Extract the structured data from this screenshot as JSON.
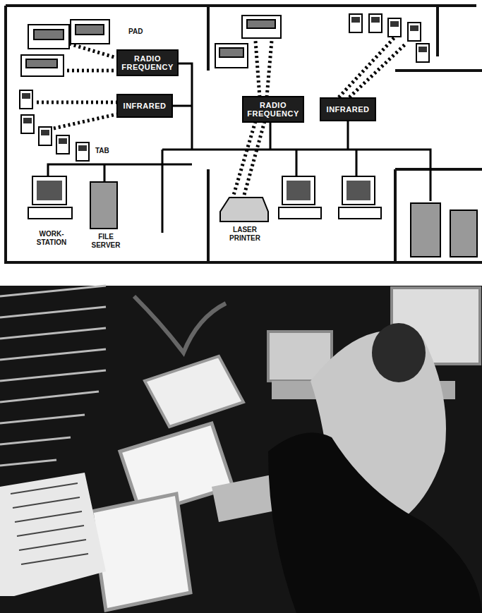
{
  "diagram": {
    "nodes": [
      {
        "text": [
          "RADIO FREQUENCY"
        ]
      },
      {
        "text": [
          "INFRARED"
        ]
      },
      {
        "text": [
          "RADIO FREQUENCY"
        ]
      },
      {
        "text": [
          "INFRARED"
        ]
      }
    ],
    "labels": [
      "PAD",
      "TAB",
      "WORK-STATION",
      "FILE SERVER",
      "LASER PRINTER"
    ]
  }
}
